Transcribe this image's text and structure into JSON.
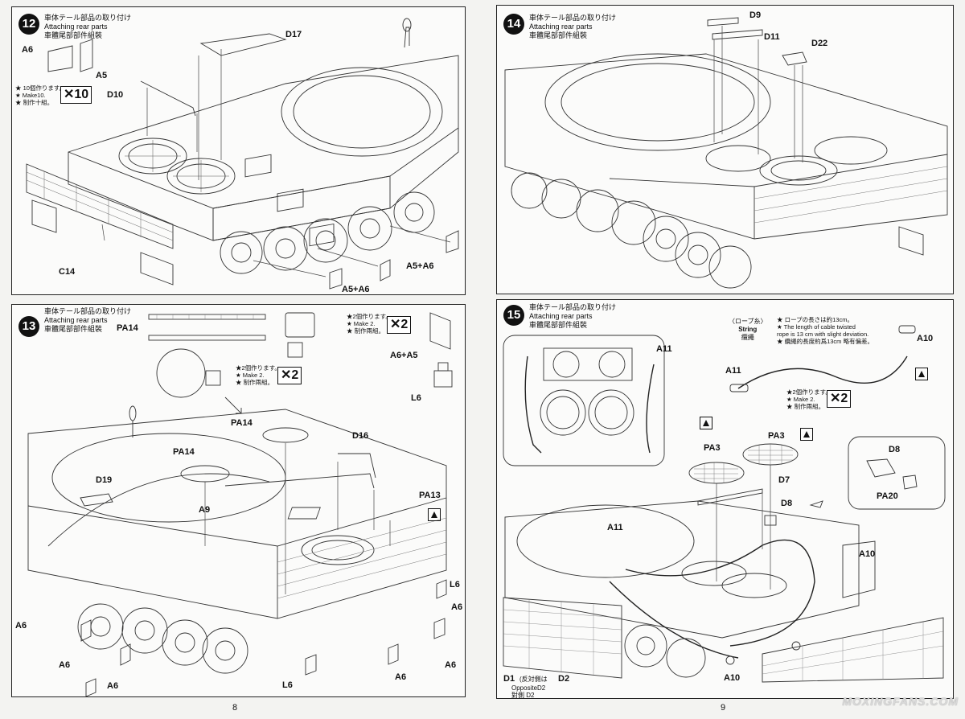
{
  "steps": {
    "s12": {
      "num": "12",
      "jp": "車体テール部品の取り付け",
      "en": "Attaching rear parts",
      "cn": "車體尾部部件組裝"
    },
    "s13": {
      "num": "13",
      "jp": "車体テール部品の取り付け",
      "en": "Attaching rear parts",
      "cn": "車體尾部部件組裝"
    },
    "s14": {
      "num": "14",
      "jp": "車体テール部品の取り付け",
      "en": "Attaching rear parts",
      "cn": "車體尾部部件組裝"
    },
    "s15": {
      "num": "15",
      "jp": "車体テール部品の取り付け",
      "en": "Attaching rear parts",
      "cn": "車體尾部部件組裝"
    }
  },
  "p12": {
    "labels": {
      "a6": "A6",
      "a5": "A5",
      "d17": "D17",
      "d10": "D10",
      "c14": "C14",
      "a5a6_1": "A5+A6",
      "a5a6_2": "A5+A6"
    },
    "make": {
      "jp": "★ 10個作ります。",
      "en": "★ Make10.",
      "cn": "★ 制作十組。"
    },
    "times": "✕10"
  },
  "p13": {
    "labels": {
      "pa14_top": "PA14",
      "pa14_mid": "PA14",
      "pa14_left": "PA14",
      "d16": "D16",
      "d19": "D19",
      "a9": "A9",
      "pa13": "PA13",
      "a6a5": "A6+A5",
      "l6_top": "L6",
      "l6_right": "L6",
      "l6_bottom": "L6",
      "a6_1": "A6",
      "a6_2": "A6",
      "a6_3": "A6",
      "a6_4": "A6",
      "a6_5": "A6",
      "a6_6": "A6"
    },
    "make_a": {
      "jp": "★2個作ります。",
      "en": "★ Make 2.",
      "cn": "★ 制作兩組。"
    },
    "make_b": {
      "jp": "★2個作ります。",
      "en": "★ Make 2.",
      "cn": "★ 制作兩組。"
    },
    "times_a": "✕2",
    "times_b": "✕2"
  },
  "p14": {
    "labels": {
      "d9": "D9",
      "d11": "D11",
      "d22": "D22"
    }
  },
  "p15": {
    "labels": {
      "a11_inset": "A11",
      "a10_top": "A10",
      "a11_top": "A11",
      "pa3_left": "PA3",
      "pa3_right": "PA3",
      "d7": "D7",
      "d8": "D8",
      "d8_inset": "D8",
      "pa20": "PA20",
      "a11_bottom": "A11",
      "a10_right": "A10",
      "a10_bottom": "A10",
      "d1": "D1",
      "d2": "D2"
    },
    "string": {
      "jp": "〈ロープ糸〉",
      "en": "String",
      "cn": "纜繩"
    },
    "rope": {
      "jp": "★ ロープの長さは約13cm。",
      "en1": "★ The length of cable twisted",
      "en2": "rope is 13 cm with slight deviation.",
      "cn": "★ 纜繩的長度約爲13cm 略有偏差。"
    },
    "make": {
      "jp": "★2個作ります。",
      "en": "★ Make 2.",
      "cn": "★ 制作兩組。"
    },
    "times": "✕2",
    "d1_note": {
      "jp": "(反対側は",
      "en": "OppositeD2",
      "cn": "對側 D2"
    }
  },
  "pages": {
    "left": "8",
    "right": "9"
  },
  "watermark": "MOXINGFANS.COM",
  "icons": [
    "glue-drop-icon",
    "cement-icon",
    "bend-arrow-icon",
    "cut-icon"
  ]
}
